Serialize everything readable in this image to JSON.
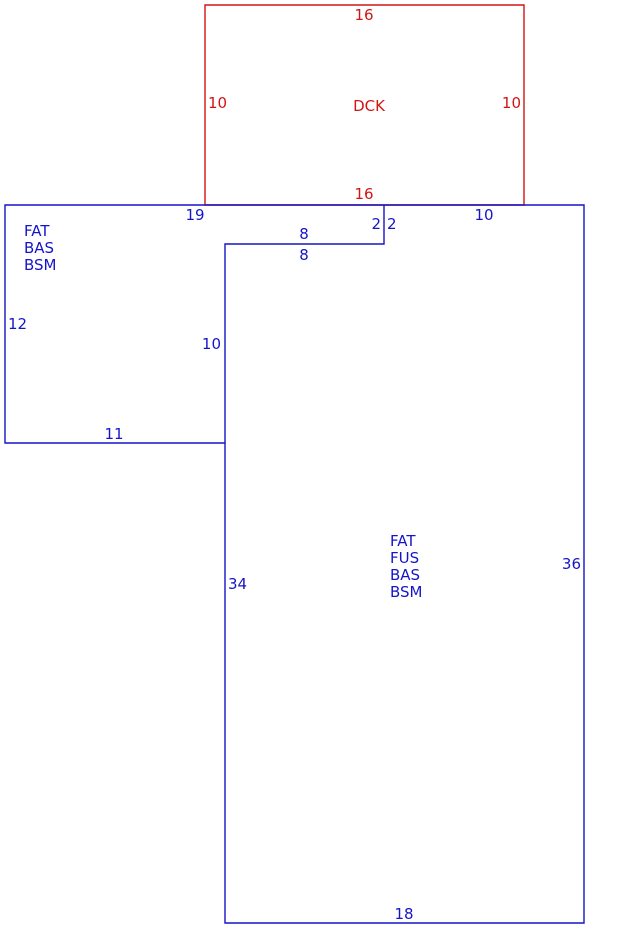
{
  "colors": {
    "main_outline": "#1515c8",
    "deck_outline": "#d21414",
    "background": "#ffffff"
  },
  "deck": {
    "area_label": "DCK",
    "dimensions": {
      "top": "16",
      "left": "10",
      "right": "10",
      "bottom": "16"
    }
  },
  "upper_left_section": {
    "area_labels": [
      "FAT",
      "BAS",
      "BSM"
    ],
    "dimensions": {
      "top": "19",
      "left": "12",
      "inner_right": "10",
      "bottom": "11",
      "notch_top": "8",
      "notch_bottom": "8",
      "notch_left": "2",
      "notch_right": "2"
    }
  },
  "main_section": {
    "area_labels": [
      "FAT",
      "FUS",
      "BAS",
      "BSM"
    ],
    "dimensions": {
      "top": "10",
      "left": "34",
      "right": "36",
      "bottom": "18"
    }
  }
}
